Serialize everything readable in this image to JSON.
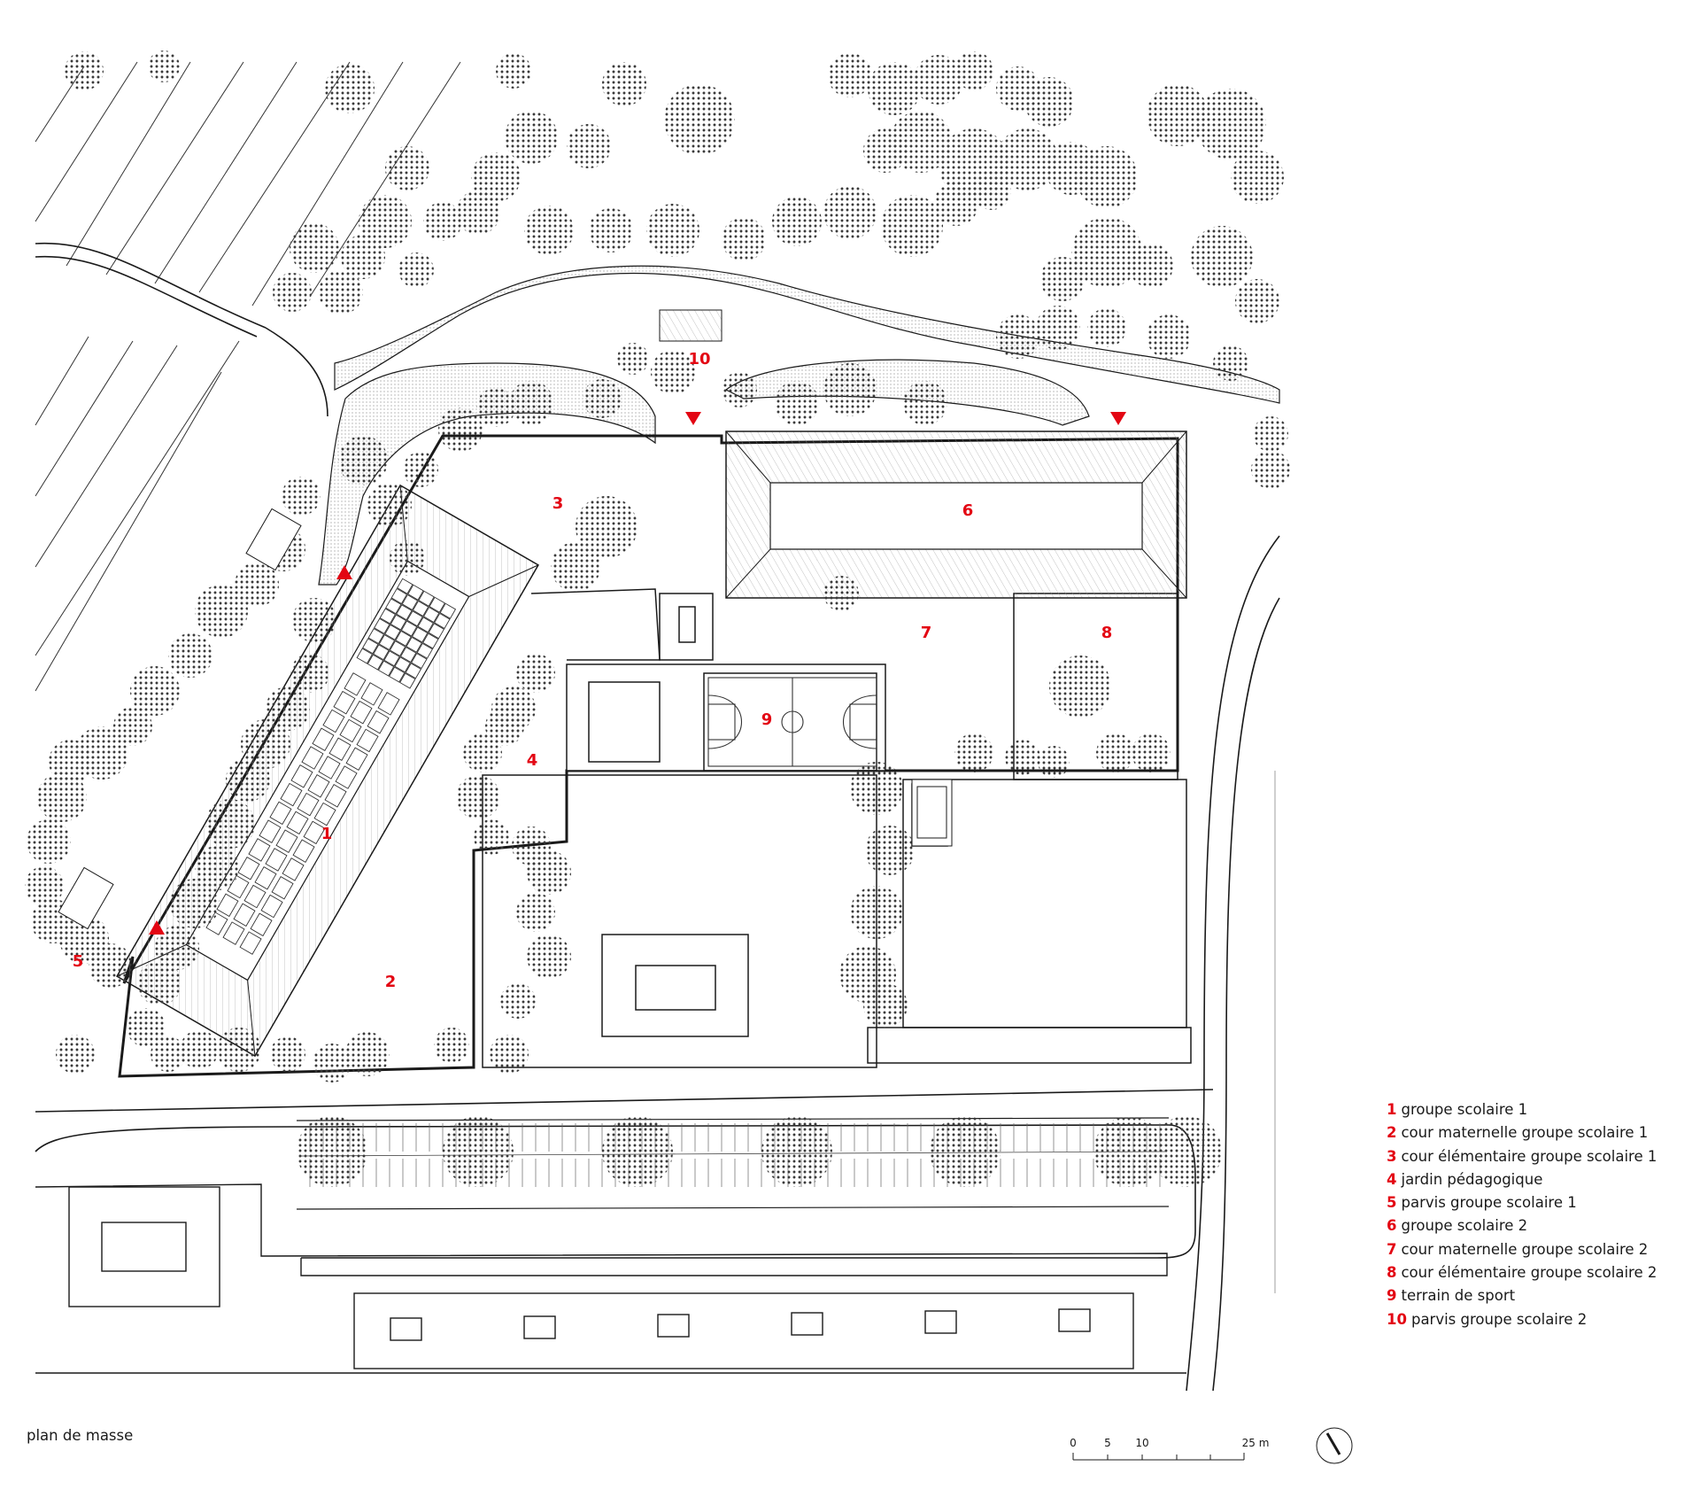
{
  "drawing_title": "plan de masse",
  "labels": {
    "n1": "1",
    "n2": "2",
    "n3": "3",
    "n4": "4",
    "n5": "5",
    "n6": "6",
    "n7": "7",
    "n8": "8",
    "n9": "9",
    "n10": "10"
  },
  "legend": [
    {
      "num": "1",
      "text": "groupe scolaire 1"
    },
    {
      "num": "2",
      "text": "cour maternelle groupe scolaire 1"
    },
    {
      "num": "3",
      "text": "cour élémentaire groupe scolaire 1"
    },
    {
      "num": "4",
      "text": "jardin pédagogique"
    },
    {
      "num": "5",
      "text": "parvis groupe scolaire 1"
    },
    {
      "num": "6",
      "text": "groupe scolaire 2"
    },
    {
      "num": "7",
      "text": "cour maternelle groupe scolaire 2"
    },
    {
      "num": "8",
      "text": "cour élémentaire groupe scolaire 2"
    },
    {
      "num": "9",
      "text": "terrain de sport"
    },
    {
      "num": "10",
      "text": "parvis groupe scolaire 2"
    }
  ],
  "scale_bar": {
    "t0": "0",
    "t5": "5",
    "t10": "10",
    "t25": "25 m"
  },
  "colors": {
    "accent": "#e30613",
    "line": "#1a1a1a",
    "tree": "#555555",
    "path_fill": "#ececec"
  },
  "icons": {
    "north": "north-arrow-icon",
    "entrance": "entrance-triangle-icon"
  }
}
